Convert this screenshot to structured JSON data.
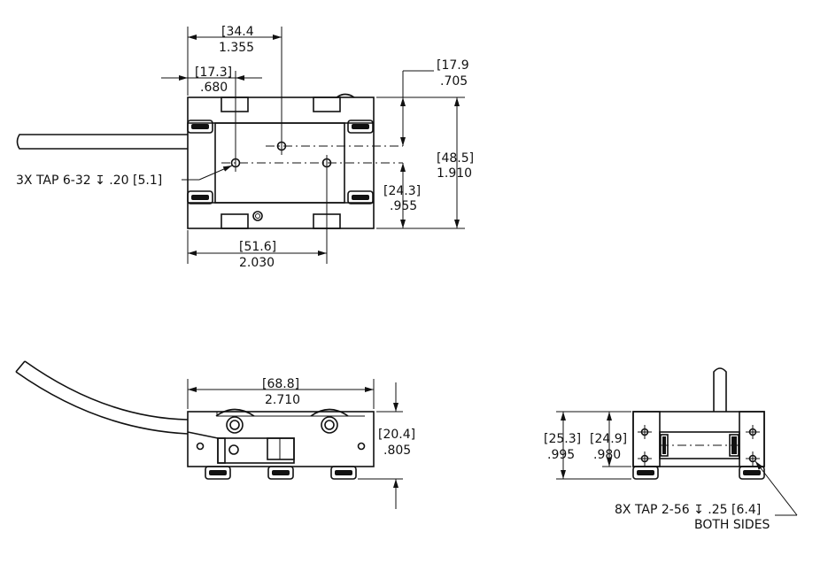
{
  "top_view": {
    "dims": {
      "d1": {
        "mm": "[34.4",
        "in": "1.355"
      },
      "d2": {
        "mm": "[17.3]",
        "in": ".680"
      },
      "d3": {
        "mm": "[17.9",
        "in": ".705"
      },
      "d4": {
        "mm": "[48.5]",
        "in": "1.910"
      },
      "d5": {
        "mm": "[24.3]",
        "in": ".955"
      },
      "d6": {
        "mm": "[51.6]",
        "in": "2.030"
      }
    },
    "tap_note": "3X TAP 6-32 ↧ .20 [5.1]"
  },
  "front_view": {
    "dims": {
      "d1": {
        "mm": "[68.8]",
        "in": "2.710"
      },
      "d2": {
        "mm": "[20.4]",
        "in": ".805"
      }
    }
  },
  "side_view": {
    "dims": {
      "d1": {
        "mm": "[25.3]",
        "in": ".995"
      },
      "d2": {
        "mm": "[24.9]",
        "in": ".980"
      }
    },
    "tap_note_line1": "8X TAP 2-56 ↧ .25 [6.4]",
    "tap_note_line2": "BOTH SIDES"
  }
}
